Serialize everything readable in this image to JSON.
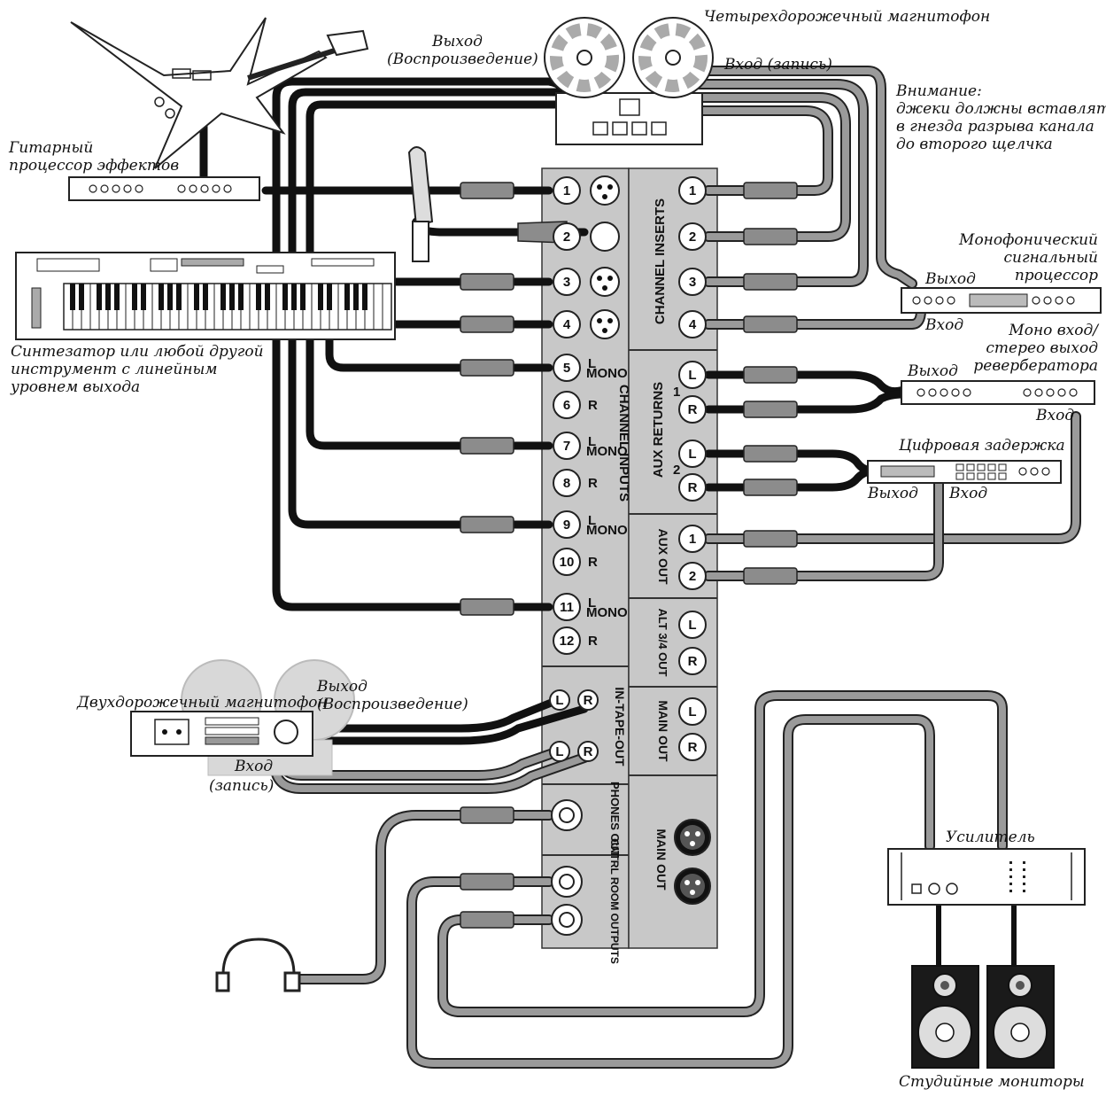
{
  "labels": {
    "four_track": "Четырехдорожечный магнитофон",
    "tape_out_play_1": "Выход",
    "tape_out_play_2": "(Воспроизведение)",
    "tape_in_rec": "Вход (запись)",
    "warning_1": "Внимание:",
    "warning_2": "джеки должны вставляться",
    "warning_3": "в гнезда разрыва канала",
    "warning_4": "до второго щелчка",
    "guitar_fx_1": "Гитарный",
    "guitar_fx_2": "процессор эффектов",
    "mono_proc_1": "Монофонический",
    "mono_proc_2": "сигнальный",
    "mono_proc_3": "процессор",
    "out_word": "Выход",
    "in_word": "Вход",
    "reverb_1": "Моно вход/",
    "reverb_2": "стерео выход",
    "reverb_3": "ревербератора",
    "delay": "Цифровая задержка",
    "synth_1": "Синтезатор или любой другой",
    "synth_2": "инструмент с линейным",
    "synth_3": "уровнем выхода",
    "two_track": "Двухдорожечный магнитофон",
    "two_out_1": "Выход",
    "two_out_2": "(Воспроизведение)",
    "two_in_1": "Вход",
    "two_in_2": "(запись)",
    "amp": "Усилитель",
    "monitors": "Студийные мониторы"
  },
  "sections": {
    "channel_inserts": "CHANNEL INSERTS",
    "channel_inputs": "CHANNEL INPUTS",
    "aux_returns": "AUX RETURNS",
    "aux_out": "AUX OUT",
    "alt_out": "ALT 3/4 OUT",
    "tape": "IN-TAPE-OUT",
    "main_out_r": "MAIN OUT",
    "phones": "PHONES OUT",
    "cntrl": "CNTRL ROOM OUTPUTS",
    "main_out_xlr": "MAIN OUT"
  },
  "jacks": {
    "inputs": [
      "1",
      "2",
      "3",
      "4",
      "5",
      "6",
      "7",
      "8",
      "9",
      "10",
      "11",
      "12"
    ],
    "stereo_sub": [
      "L",
      "R"
    ],
    "mono_sub": "MONO",
    "inserts": [
      "1",
      "2",
      "3",
      "4"
    ],
    "aux_ret": [
      "L",
      "R",
      "L",
      "R"
    ],
    "aux_ret_num": [
      "1",
      "2"
    ],
    "aux_out": [
      "1",
      "2"
    ],
    "lr": [
      "L",
      "R"
    ]
  }
}
